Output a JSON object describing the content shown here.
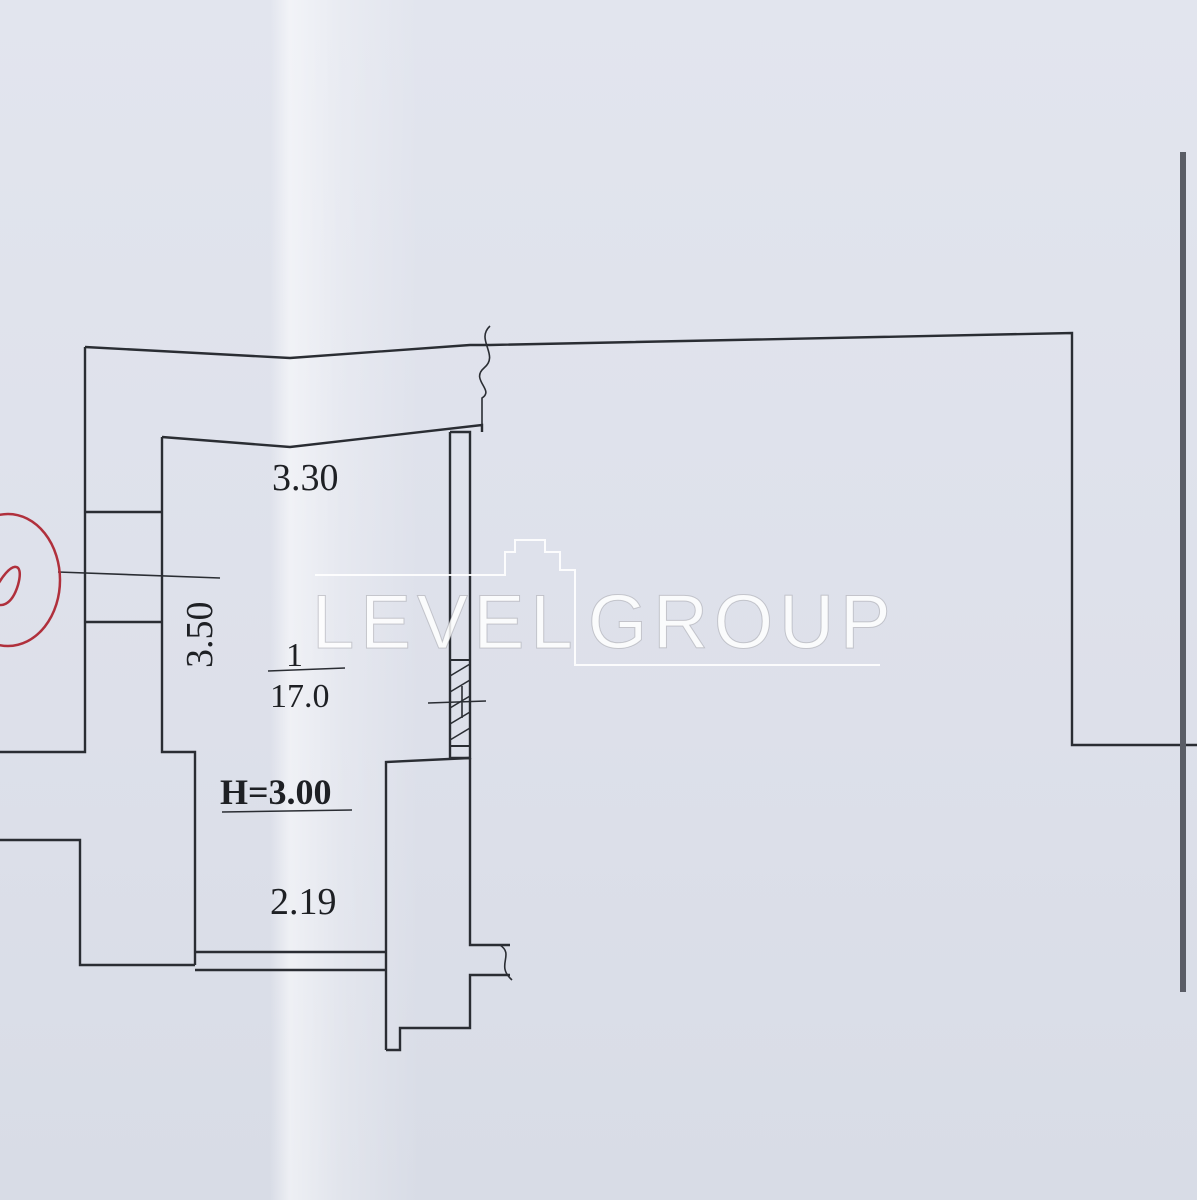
{
  "plan": {
    "width_top": "3.30",
    "length_side": "3.50",
    "room_number": "1",
    "room_area": "17.0",
    "ceiling_height": "H=3.00",
    "width_bottom": "2.19"
  },
  "watermark": {
    "left_word": "LEVEL",
    "right_word": "GROUP"
  },
  "colors": {
    "paper": "#dfe2ea",
    "ink": "#2a2d33",
    "stamp": "#b0303c"
  }
}
